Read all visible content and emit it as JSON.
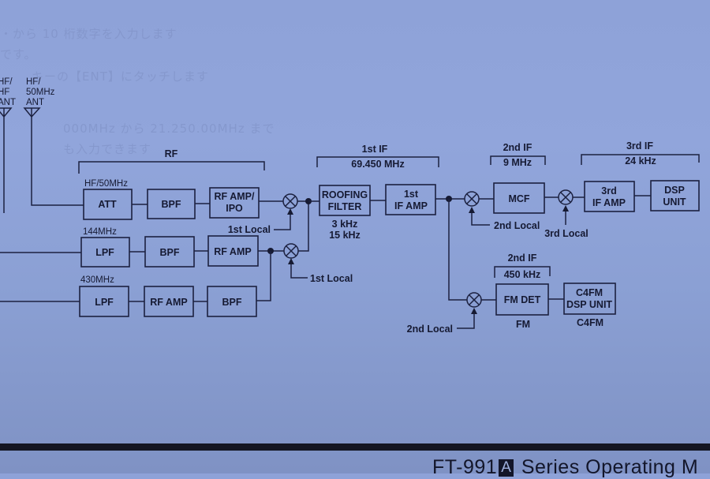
{
  "background_text": [
    "・から 10 桁数字を入力します",
    "です。",
    "キーの【ENT】にタッチします",
    "000MHz から 21.250.00MHz まで",
    "も入力できます"
  ],
  "antennas": [
    {
      "label_lines": [
        "HF/",
        "HF",
        "ANT"
      ]
    },
    {
      "label_lines": [
        "HF/",
        "50MHz",
        "ANT"
      ]
    }
  ],
  "sections": {
    "rf": {
      "title": "RF"
    },
    "if1": {
      "title": "1st IF",
      "freq": "69.450 MHz"
    },
    "if2": {
      "title": "2nd IF",
      "freq": "9 MHz"
    },
    "if3": {
      "title": "3rd IF",
      "freq": "24 kHz"
    },
    "if2_fm": {
      "title": "2nd IF",
      "freq": "450 kHz"
    }
  },
  "bands": {
    "hf": {
      "label": "HF/50MHz"
    },
    "b144": {
      "label": "144MHz"
    },
    "b430": {
      "label": "430MHz"
    }
  },
  "blocks": {
    "att": {
      "lines": [
        "ATT"
      ]
    },
    "bpf_hf": {
      "lines": [
        "BPF"
      ]
    },
    "rfamp_ipo": {
      "lines": [
        "RF AMP/",
        "IPO"
      ]
    },
    "lpf_144": {
      "lines": [
        "LPF"
      ]
    },
    "bpf_144": {
      "lines": [
        "BPF"
      ]
    },
    "rfamp_144": {
      "lines": [
        "RF AMP"
      ]
    },
    "lpf_430": {
      "lines": [
        "LPF"
      ]
    },
    "rfamp_430": {
      "lines": [
        "RF AMP"
      ]
    },
    "bpf_430": {
      "lines": [
        "BPF"
      ]
    },
    "roofing": {
      "lines": [
        "ROOFING",
        "FILTER"
      ],
      "caption": [
        "3 kHz",
        "15 kHz"
      ]
    },
    "if1_amp": {
      "lines": [
        "1st",
        "IF AMP"
      ]
    },
    "mcf": {
      "lines": [
        "MCF"
      ]
    },
    "if3_amp": {
      "lines": [
        "3rd",
        "IF AMP"
      ]
    },
    "dsp": {
      "lines": [
        "DSP",
        "UNIT"
      ]
    },
    "fm_det": {
      "lines": [
        "FM DET"
      ],
      "caption": [
        "FM"
      ]
    },
    "c4fm_dsp": {
      "lines": [
        "C4FM",
        "DSP UNIT"
      ],
      "caption": [
        "C4FM"
      ]
    }
  },
  "local_labels": {
    "lo1_a": "1st Local",
    "lo1_b": "1st Local",
    "lo2": "2nd Local",
    "lo3": "3rd Local",
    "lo2_fm": "2nd Local"
  },
  "footer": {
    "title_pre": "FT-991",
    "badge": "A",
    "title_post": " Series Operating M"
  }
}
